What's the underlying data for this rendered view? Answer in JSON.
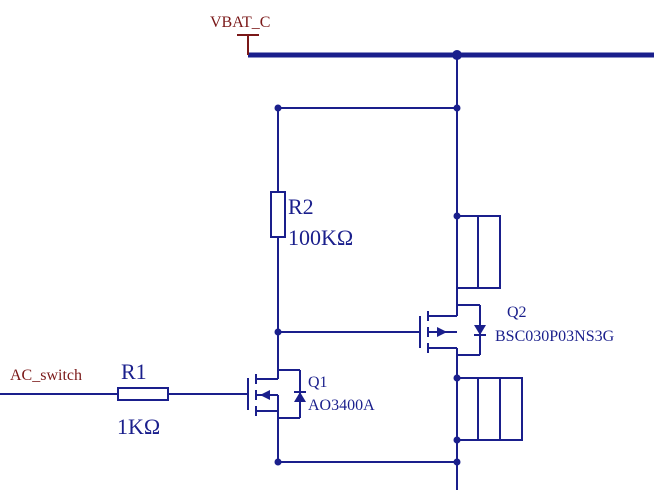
{
  "net_label": "VBAT_C",
  "signal_label": "AC_switch",
  "resistors": {
    "r1": {
      "ref": "R1",
      "value": "1KΩ"
    },
    "r2": {
      "ref": "R2",
      "value": "100KΩ"
    }
  },
  "transistors": {
    "q1": {
      "ref": "Q1",
      "part": "AO3400A"
    },
    "q2": {
      "ref": "Q2",
      "part": "BSC030P03NS3G"
    }
  },
  "colors": {
    "wire": "#1a1f8c",
    "label_dark_red": "#7a1818",
    "label_blue": "#1a1f8c"
  }
}
